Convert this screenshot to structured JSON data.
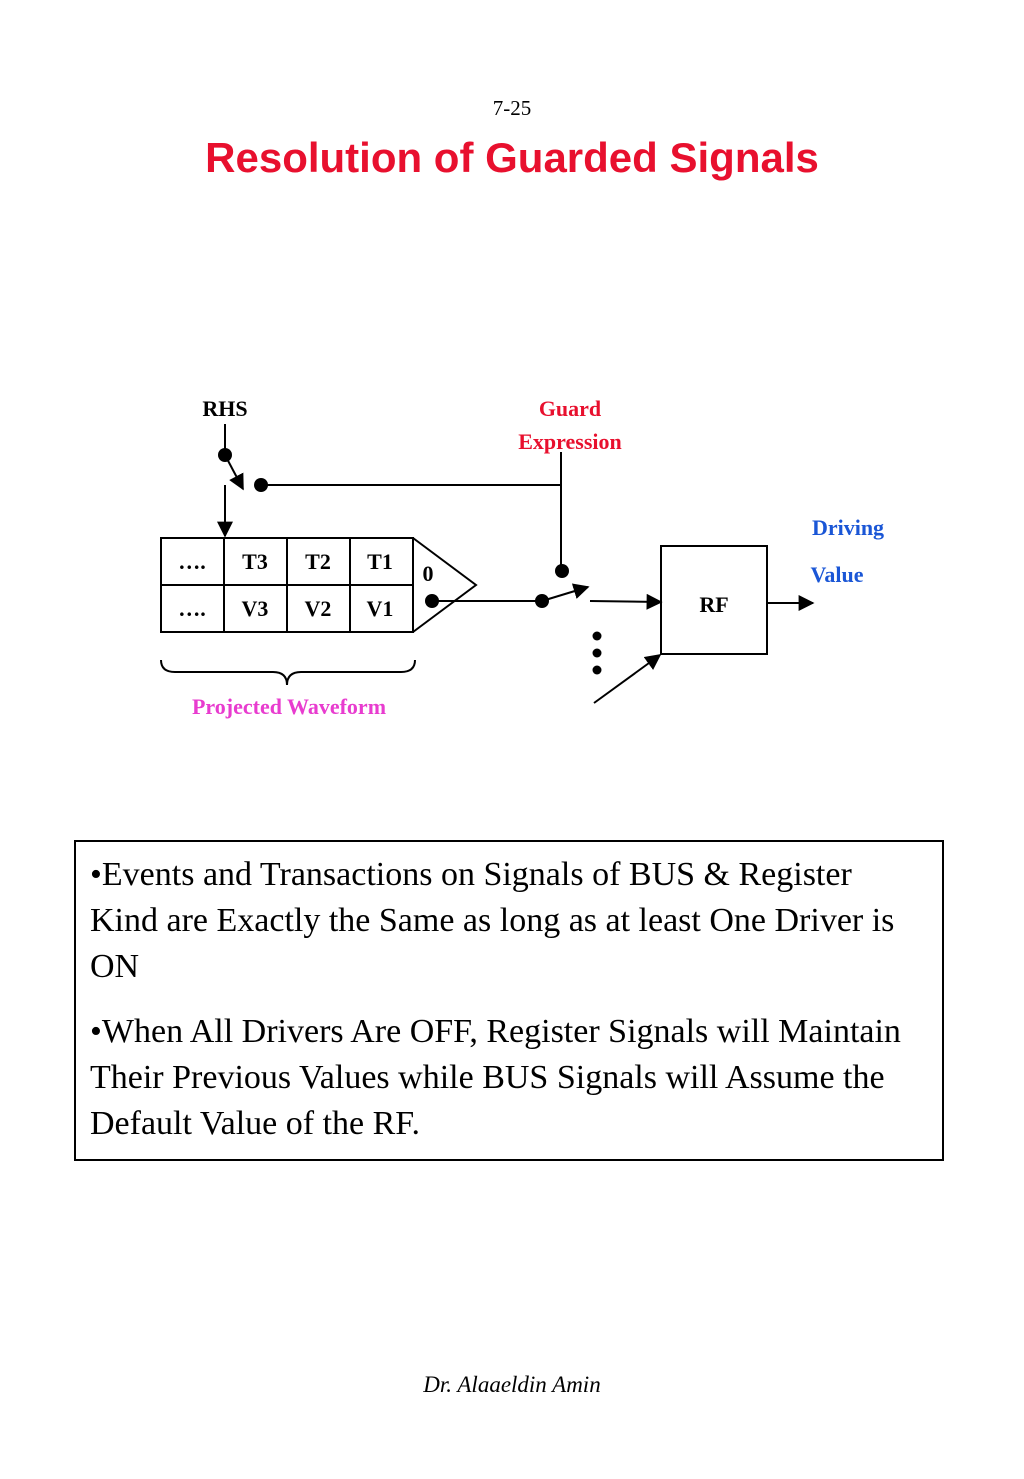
{
  "page_number": "7-25",
  "title": "Resolution of Guarded Signals",
  "diagram": {
    "rhs_label": "RHS",
    "guard_label_line1": "Guard",
    "guard_label_line2": "Expression",
    "driving_label_line1": "Driving",
    "driving_label_line2": "Value",
    "time_cells": [
      "….",
      "T3",
      "T2",
      "T1"
    ],
    "value_cells": [
      "….",
      "V3",
      "V2",
      "V1"
    ],
    "current_marker": "0",
    "rf_label": "RF",
    "waveform_label": "Projected Waveform",
    "colors": {
      "guard": "#e8102e",
      "driving": "#1a56d6",
      "waveform": "#e83ccf"
    }
  },
  "notes": [
    "•Events and Transactions on Signals of BUS & Register Kind are Exactly the Same as long as at least One Driver is ON",
    "•When All Drivers Are OFF,  Register Signals will Maintain Their Previous Values while BUS Signals will Assume the Default Value of the RF."
  ],
  "footer": "Dr. Alaaeldin Amin"
}
